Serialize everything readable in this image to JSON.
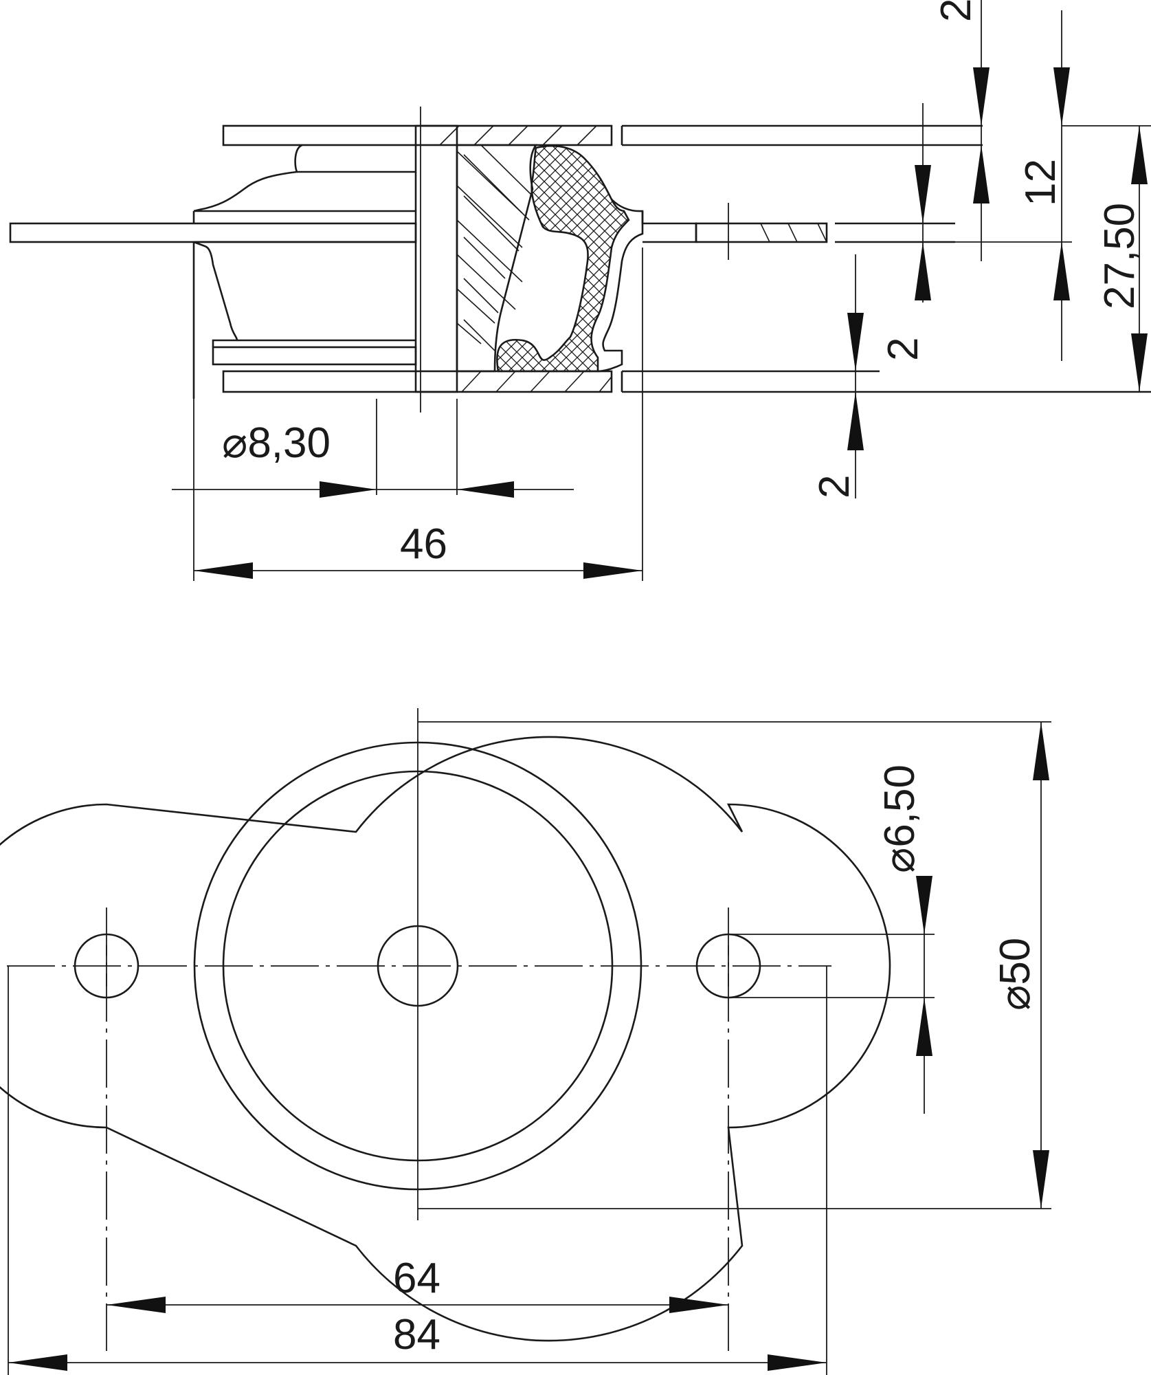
{
  "dimensions": {
    "dia_8_30": "8,30",
    "width_46": "46",
    "gap_2_top": "2",
    "gap_2_mid": "2",
    "gap_2_bottom": "2",
    "height_12": "12",
    "height_27_50": "27,50",
    "dia_6_50": "6,50",
    "dia_50": "50",
    "pitch_64": "64",
    "length_84": "84"
  },
  "symbols": {
    "diameter": "⌀"
  }
}
